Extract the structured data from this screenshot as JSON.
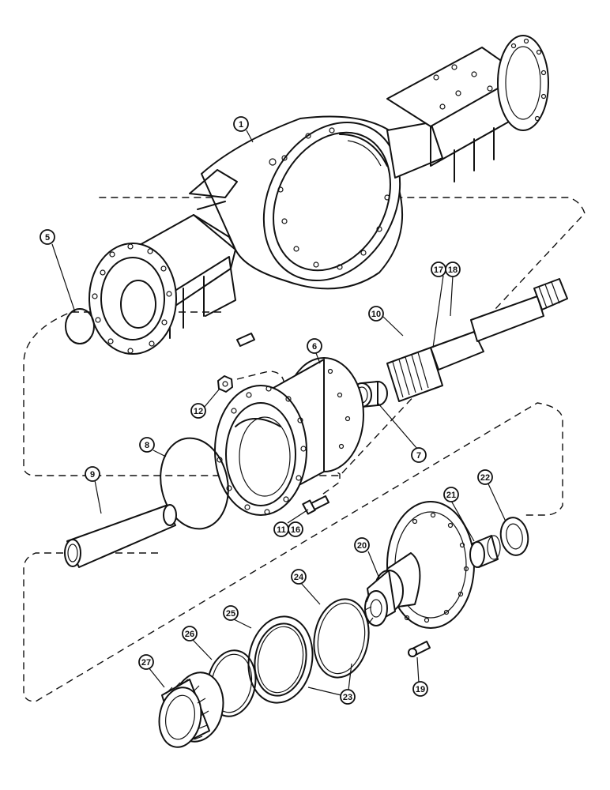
{
  "callouts": [
    {
      "id": "c1",
      "label": "1"
    },
    {
      "id": "c5",
      "label": "5"
    },
    {
      "id": "c6",
      "label": "6"
    },
    {
      "id": "c7",
      "label": "7"
    },
    {
      "id": "c8",
      "label": "8"
    },
    {
      "id": "c9",
      "label": "9"
    },
    {
      "id": "c10",
      "label": "10"
    },
    {
      "id": "c11",
      "label": "11"
    },
    {
      "id": "c16",
      "label": "16"
    },
    {
      "id": "c12",
      "label": "12"
    },
    {
      "id": "c17",
      "label": "17"
    },
    {
      "id": "c18",
      "label": "18"
    },
    {
      "id": "c19",
      "label": "19"
    },
    {
      "id": "c20",
      "label": "20"
    },
    {
      "id": "c21",
      "label": "21"
    },
    {
      "id": "c22",
      "label": "22"
    },
    {
      "id": "c23",
      "label": "23"
    },
    {
      "id": "c24",
      "label": "24"
    },
    {
      "id": "c25",
      "label": "25"
    },
    {
      "id": "c26",
      "label": "26"
    },
    {
      "id": "c27",
      "label": "27"
    }
  ]
}
